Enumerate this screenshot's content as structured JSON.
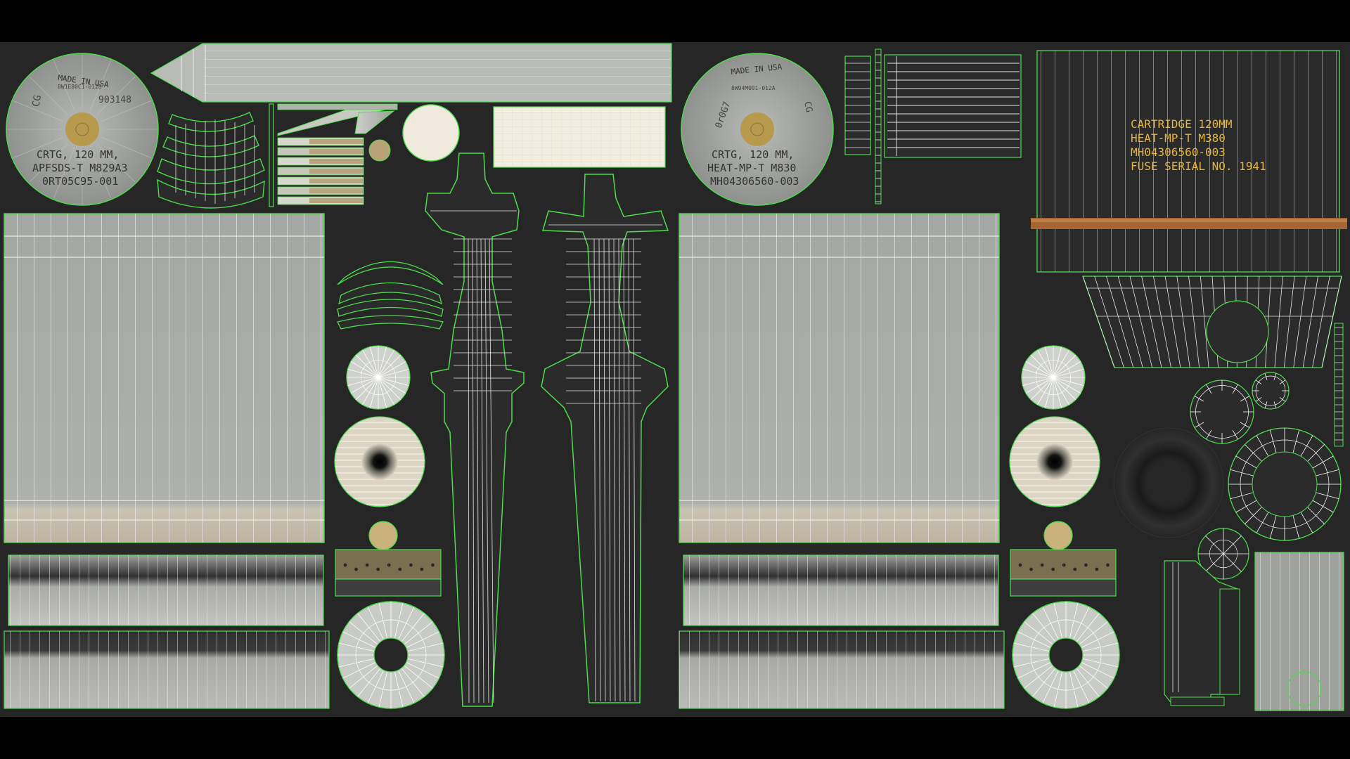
{
  "colors": {
    "letterbox": "#000000",
    "canvas_bg": "#262626",
    "wire": "#4cdc4c",
    "edge_white": "#e8e8e8",
    "panel_grey": "#a6a8a6",
    "panel_light": "#c9ccc7",
    "tan": "#b9b098",
    "brass": "#b79a55",
    "cream": "#efeadb",
    "dark_panel": "#2b2b2b",
    "orange_stripe": "#b06a3c",
    "yellow_text": "#e8b43a"
  },
  "icons": [
    "uv-island-wireframe",
    "disc-decal",
    "radial-grid"
  ],
  "decal_left": {
    "made_in": "MADE IN USA",
    "small_code": "8W1E80C1-0128",
    "serial": "903148",
    "side_code": "CG",
    "line1": "CRTG, 120 MM,",
    "line2": "APFSDS-T M829A3",
    "line3": "0RT05C95-001"
  },
  "decal_right": {
    "made_in": "MADE IN USA",
    "small_code": "8W94M001-012A",
    "side_left": "0r0G7",
    "side_right": "CG",
    "line1": "CRTG, 120 MM,",
    "line2": "HEAT-MP-T  M830",
    "line3": "MH04306560-003"
  },
  "cartridge_label": {
    "line1": "CARTRIDGE 120MM",
    "line2": "HEAT-MP-T M380",
    "line3": "MH04306560-003",
    "line4": "FUSE SERIAL NO. 1941"
  }
}
